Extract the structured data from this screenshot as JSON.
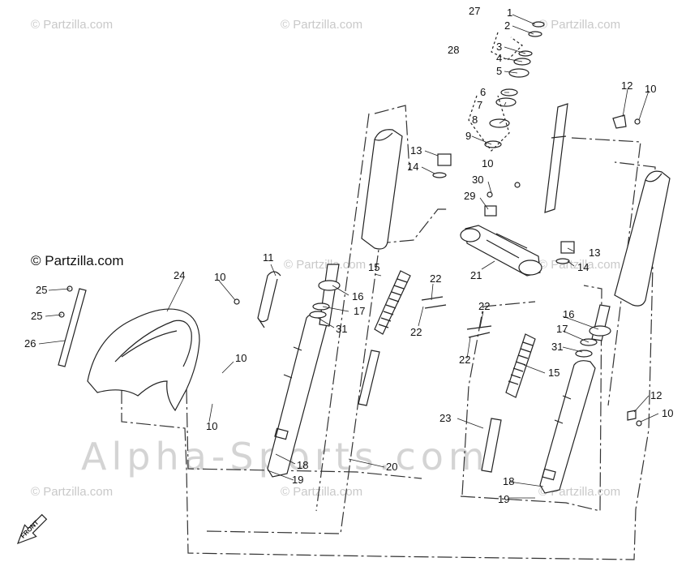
{
  "watermarks": {
    "partzilla": "© Partzilla.com",
    "alpha": "Alpha-Sports.com"
  },
  "callouts": [
    "1",
    "2",
    "27",
    "3",
    "4",
    "5",
    "28",
    "6",
    "7",
    "8",
    "9",
    "12",
    "10",
    "13",
    "14",
    "10",
    "30",
    "29",
    "13",
    "14",
    "11",
    "15",
    "21",
    "22",
    "22",
    "10",
    "24",
    "25",
    "25",
    "26",
    "16",
    "17",
    "31",
    "22",
    "22",
    "16",
    "17",
    "31",
    "10",
    "10",
    "15",
    "12",
    "10",
    "23",
    "18",
    "19",
    "20",
    "18",
    "19"
  ],
  "direction_marker": "FRONT"
}
